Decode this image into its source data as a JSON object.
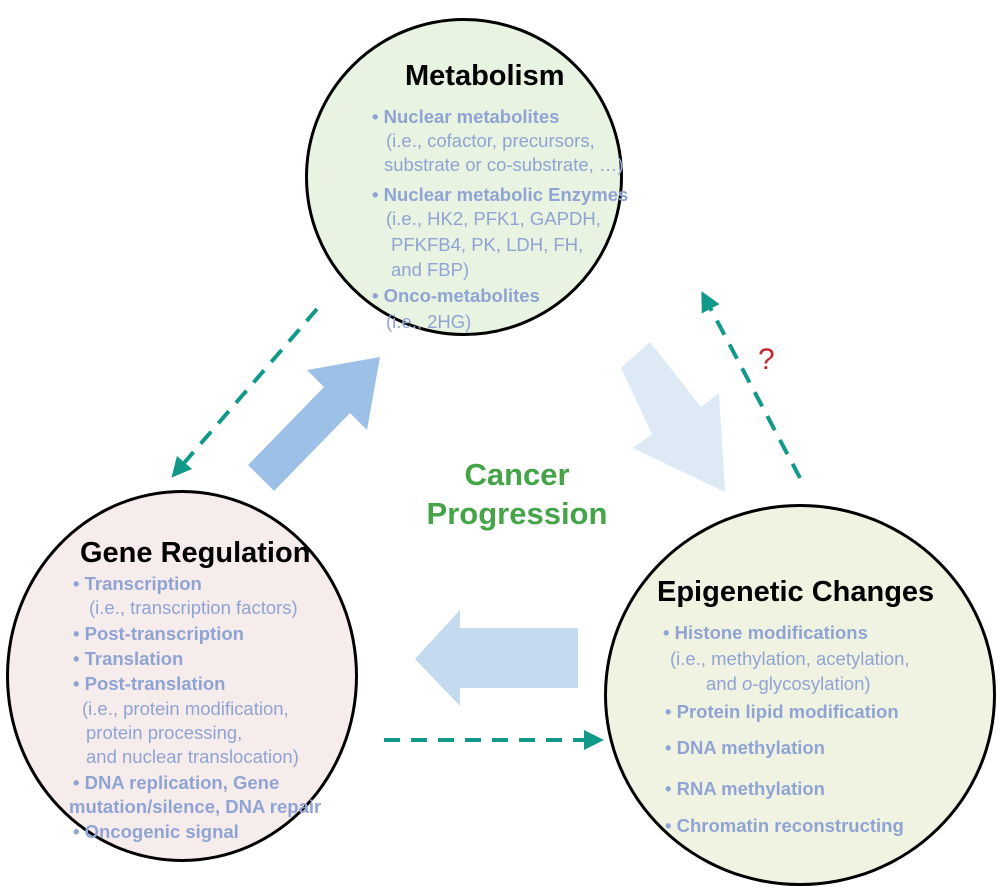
{
  "metabolism": {
    "title": "Metabolism",
    "lines": [
      {
        "text": "• Nuclear metabolites",
        "bold": true
      },
      {
        "text": "(i.e., cofactor, precursors,",
        "bold": false
      },
      {
        "text": "substrate or co-substrate, …)",
        "bold": false
      },
      {
        "text": "• Nuclear metabolic  Enzymes",
        "bold": true
      },
      {
        "text": "(i.e., HK2, PFK1, GAPDH,",
        "bold": false
      },
      {
        "text": "PFKFB4, PK, LDH, FH,",
        "bold": false
      },
      {
        "text": "and FBP)",
        "bold": false
      },
      {
        "text": "• Onco-metabolites",
        "bold": true
      },
      {
        "text": "(i.e., 2HG)",
        "bold": false
      }
    ]
  },
  "gene_regulation": {
    "title": "Gene Regulation",
    "lines": [
      {
        "text": "• Transcription",
        "bold": true
      },
      {
        "text": "(i.e., transcription factors)",
        "bold": false
      },
      {
        "text": "• Post-transcription",
        "bold": true
      },
      {
        "text": "• Translation",
        "bold": true
      },
      {
        "text": "• Post-translation",
        "bold": true
      },
      {
        "text": "(i.e., protein modification,",
        "bold": false
      },
      {
        "text": "protein processing,",
        "bold": false
      },
      {
        "text": "and  nuclear translocation)",
        "bold": false
      },
      {
        "text": "• DNA replication, Gene",
        "bold": true
      },
      {
        "text": "mutation/silence, DNA repair",
        "bold": true
      },
      {
        "text": "• Oncogenic signal",
        "bold": true
      }
    ]
  },
  "epigenetic": {
    "title": "Epigenetic Changes",
    "lines": [
      {
        "text": "• Histone modifications",
        "bold": true
      },
      {
        "text": "(i.e., methylation, acetylation,",
        "bold": false
      },
      {
        "text": "and ",
        "bold": false,
        "italic_part": "o",
        "rest": "-glycosylation)"
      },
      {
        "text": "• Protein lipid modification",
        "bold": true
      },
      {
        "text": "• DNA methylation",
        "bold": true
      },
      {
        "text": "• RNA methylation",
        "bold": true
      },
      {
        "text": "• Chromatin reconstructing",
        "bold": true
      }
    ]
  },
  "center": {
    "line1": "Cancer",
    "line2": "Progression"
  },
  "question_mark": "?",
  "colors": {
    "metabolism_fill": "#e8f3e1",
    "gene_fill": "#f6ecec",
    "epigenetic_fill": "#f1f3e2",
    "item_text": "#8fa4d3",
    "center_text": "#45a348",
    "dashed_arrow": "#12998a",
    "block_arrow_strong": "#9dc1e6",
    "block_arrow_light": "#dde9f5",
    "block_arrow_mid": "#c4daef",
    "question": "#c0262f"
  }
}
